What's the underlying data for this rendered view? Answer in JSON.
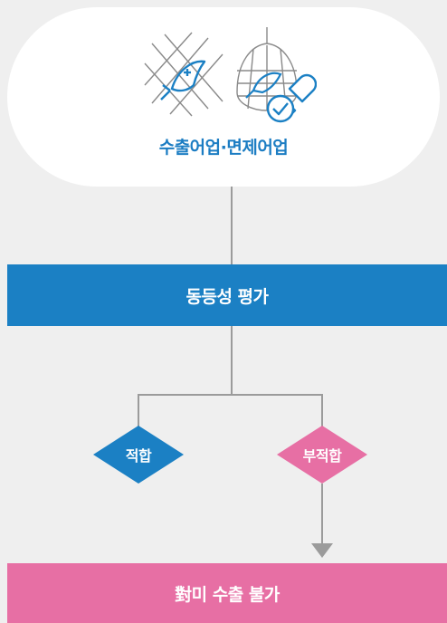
{
  "top": {
    "title": "수출어업·면제어업"
  },
  "assessment": {
    "label": "동등성 평가"
  },
  "decisions": {
    "pass": "적합",
    "fail": "부적합"
  },
  "result": {
    "label": "對미 수출 불가"
  },
  "colors": {
    "blue": "#1b80c4",
    "pink": "#e76fa4",
    "line": "#9b9b9b",
    "background": "#efefef"
  },
  "icons": [
    "fishing-net-icon",
    "fish-trap-icon",
    "approval-stamp-icon"
  ]
}
